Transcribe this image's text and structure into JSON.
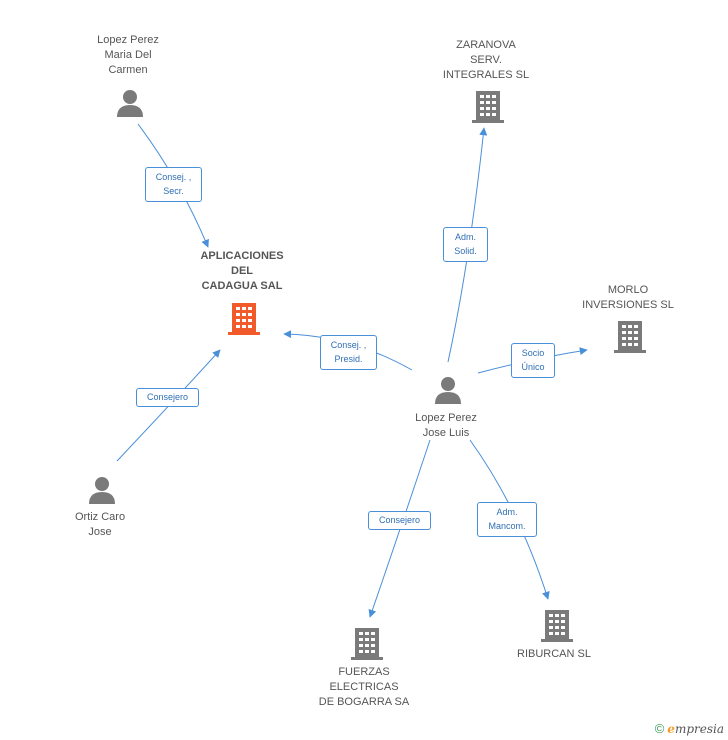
{
  "colors": {
    "edge": "#4a8fd9",
    "person_icon": "#7a7a7a",
    "company_icon": "#7a7a7a",
    "focus_company_icon": "#f15a2b"
  },
  "nodes": {
    "lopez_maria": {
      "label": "Lopez Perez\nMaria Del\nCarmen",
      "icon": "person-icon"
    },
    "aplicaciones": {
      "label": "APLICACIONES\nDEL\nCADAGUA SAL",
      "icon": "building-icon"
    },
    "ortiz": {
      "label": "Ortiz Caro\nJose",
      "icon": "person-icon"
    },
    "zaranova": {
      "label": "ZARANOVA\nSERV.\nINTEGRALES SL",
      "icon": "building-icon"
    },
    "morlo": {
      "label": "MORLO\nINVERSIONES SL",
      "icon": "building-icon"
    },
    "lopez_jose": {
      "label": "Lopez Perez\nJose Luis",
      "icon": "person-icon"
    },
    "fuerzas": {
      "label": "FUERZAS\nELECTRICAS\nDE BOGARRA SA",
      "icon": "building-icon"
    },
    "riburcan": {
      "label": "RIBURCAN SL",
      "icon": "building-icon"
    }
  },
  "edges": {
    "maria_to_aplicaciones": "Consej. ,\nSecr.",
    "jose_to_aplicaciones": "Consej. ,\nPresid.",
    "ortiz_to_aplicaciones": "Consejero",
    "jose_to_zaranova": "Adm.\nSolid.",
    "jose_to_morlo": "Socio\nÚnico",
    "jose_to_fuerzas": "Consejero",
    "jose_to_riburcan": "Adm.\nMancom."
  },
  "footer": {
    "copyright": "©",
    "brand_first": "e",
    "brand_rest": "mpresia"
  }
}
